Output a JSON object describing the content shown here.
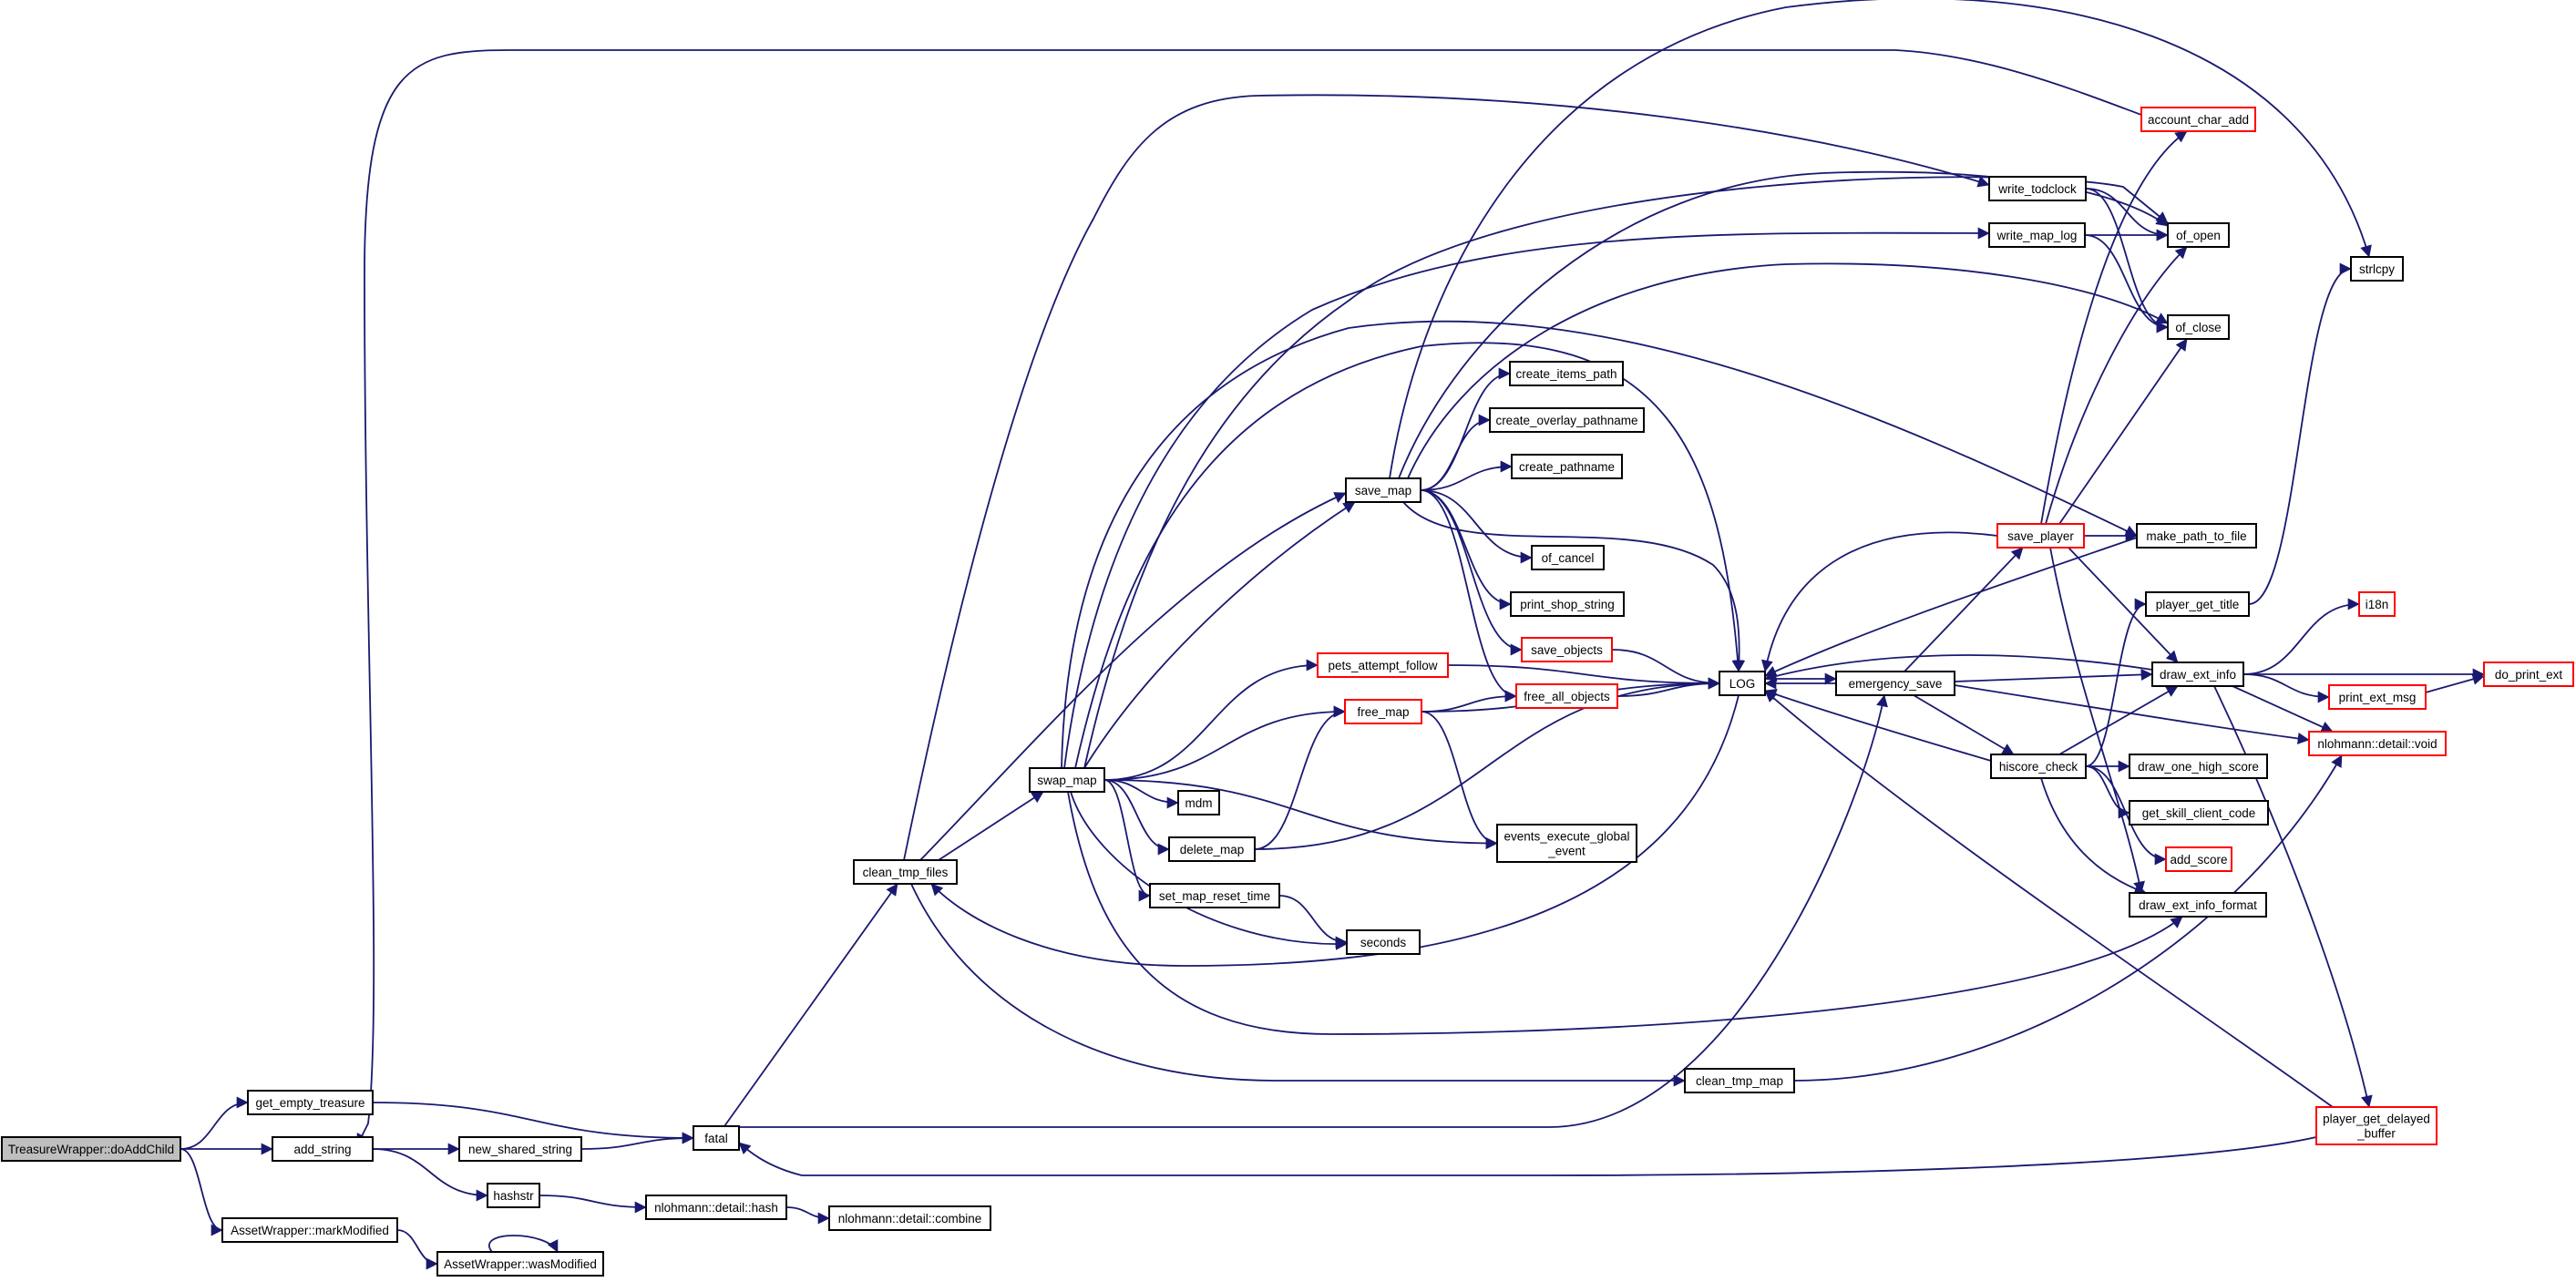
{
  "diagram": {
    "type": "doxygen-call-graph",
    "colors": {
      "edge": "#191970",
      "root_fill": "#bfbfbf",
      "node_border": "#000000",
      "truncated_border": "#ff0000",
      "background": "#ffffff"
    },
    "nodes": [
      {
        "id": "doAddChild",
        "lines": [
          "TreasureWrapper::doAddChild"
        ],
        "root": true
      },
      {
        "id": "get_empty_treasure",
        "lines": [
          "get_empty_treasure"
        ]
      },
      {
        "id": "add_string",
        "lines": [
          "add_string"
        ]
      },
      {
        "id": "new_shared_string",
        "lines": [
          "new_shared_string"
        ]
      },
      {
        "id": "hashstr",
        "lines": [
          "hashstr"
        ]
      },
      {
        "id": "markModified",
        "lines": [
          "AssetWrapper::markModified"
        ]
      },
      {
        "id": "wasModified",
        "lines": [
          "AssetWrapper::wasModified"
        ]
      },
      {
        "id": "fatal",
        "lines": [
          "fatal"
        ]
      },
      {
        "id": "nl_hash",
        "lines": [
          "nlohmann::detail::hash"
        ]
      },
      {
        "id": "nl_combine",
        "lines": [
          "nlohmann::detail::combine"
        ]
      },
      {
        "id": "clean_tmp_files",
        "lines": [
          "clean_tmp_files"
        ]
      },
      {
        "id": "clean_tmp_map",
        "lines": [
          "clean_tmp_map"
        ]
      },
      {
        "id": "swap_map",
        "lines": [
          "swap_map"
        ]
      },
      {
        "id": "save_map",
        "lines": [
          "save_map"
        ]
      },
      {
        "id": "pets_attempt_follow",
        "lines": [
          "pets_attempt_follow"
        ],
        "truncated": true
      },
      {
        "id": "free_map",
        "lines": [
          "free_map"
        ],
        "truncated": true
      },
      {
        "id": "mdm",
        "lines": [
          "mdm"
        ]
      },
      {
        "id": "delete_map",
        "lines": [
          "delete_map"
        ]
      },
      {
        "id": "set_map_reset_time",
        "lines": [
          "set_map_reset_time"
        ]
      },
      {
        "id": "seconds",
        "lines": [
          "seconds"
        ]
      },
      {
        "id": "events_execute",
        "lines": [
          "events_execute_global",
          "_event"
        ]
      },
      {
        "id": "create_items_path",
        "lines": [
          "create_items_path"
        ]
      },
      {
        "id": "create_overlay_pathname",
        "lines": [
          "create_overlay_pathname"
        ]
      },
      {
        "id": "create_pathname",
        "lines": [
          "create_pathname"
        ]
      },
      {
        "id": "of_cancel",
        "lines": [
          "of_cancel"
        ]
      },
      {
        "id": "print_shop_string",
        "lines": [
          "print_shop_string"
        ]
      },
      {
        "id": "save_objects",
        "lines": [
          "save_objects"
        ],
        "truncated": true
      },
      {
        "id": "free_all_objects",
        "lines": [
          "free_all_objects"
        ],
        "truncated": true
      },
      {
        "id": "LOG",
        "lines": [
          "LOG"
        ]
      },
      {
        "id": "emergency_save",
        "lines": [
          "emergency_save"
        ]
      },
      {
        "id": "write_todclock",
        "lines": [
          "write_todclock"
        ]
      },
      {
        "id": "write_map_log",
        "lines": [
          "write_map_log"
        ]
      },
      {
        "id": "account_char_add",
        "lines": [
          "account_char_add"
        ],
        "truncated": true
      },
      {
        "id": "of_open",
        "lines": [
          "of_open"
        ]
      },
      {
        "id": "of_close",
        "lines": [
          "of_close"
        ]
      },
      {
        "id": "save_player",
        "lines": [
          "save_player"
        ],
        "truncated": true
      },
      {
        "id": "make_path_to_file",
        "lines": [
          "make_path_to_file"
        ]
      },
      {
        "id": "hiscore_check",
        "lines": [
          "hiscore_check"
        ]
      },
      {
        "id": "player_get_title",
        "lines": [
          "player_get_title"
        ]
      },
      {
        "id": "draw_ext_info",
        "lines": [
          "draw_ext_info"
        ]
      },
      {
        "id": "draw_one_high_score",
        "lines": [
          "draw_one_high_score"
        ]
      },
      {
        "id": "get_skill_client_code",
        "lines": [
          "get_skill_client_code"
        ]
      },
      {
        "id": "add_score",
        "lines": [
          "add_score"
        ],
        "truncated": true
      },
      {
        "id": "draw_ext_info_format",
        "lines": [
          "draw_ext_info_format"
        ]
      },
      {
        "id": "player_get_delayed_buffer",
        "lines": [
          "player_get_delayed",
          "_buffer"
        ],
        "truncated": true
      },
      {
        "id": "strlcpy",
        "lines": [
          "strlcpy"
        ]
      },
      {
        "id": "i18n",
        "lines": [
          "i18n"
        ],
        "truncated": true
      },
      {
        "id": "print_ext_msg",
        "lines": [
          "print_ext_msg"
        ],
        "truncated": true
      },
      {
        "id": "do_print_ext",
        "lines": [
          "do_print_ext"
        ],
        "truncated": true
      },
      {
        "id": "nl_void",
        "lines": [
          "nlohmann::detail::void"
        ],
        "truncated": true
      }
    ],
    "edges": [
      [
        "doAddChild",
        "get_empty_treasure"
      ],
      [
        "doAddChild",
        "add_string"
      ],
      [
        "doAddChild",
        "markModified"
      ],
      [
        "get_empty_treasure",
        "fatal"
      ],
      [
        "add_string",
        "new_shared_string"
      ],
      [
        "add_string",
        "hashstr"
      ],
      [
        "new_shared_string",
        "fatal"
      ],
      [
        "hashstr",
        "nl_hash"
      ],
      [
        "nl_hash",
        "nl_combine"
      ],
      [
        "markModified",
        "wasModified"
      ],
      [
        "wasModified",
        "wasModified"
      ],
      [
        "fatal",
        "clean_tmp_files"
      ],
      [
        "fatal",
        "emergency_save"
      ],
      [
        "clean_tmp_files",
        "swap_map"
      ],
      [
        "clean_tmp_files",
        "save_map"
      ],
      [
        "clean_tmp_files",
        "write_todclock"
      ],
      [
        "clean_tmp_files",
        "clean_tmp_map"
      ],
      [
        "swap_map",
        "save_map"
      ],
      [
        "swap_map",
        "pets_attempt_follow"
      ],
      [
        "swap_map",
        "free_map"
      ],
      [
        "swap_map",
        "mdm"
      ],
      [
        "swap_map",
        "delete_map"
      ],
      [
        "swap_map",
        "set_map_reset_time"
      ],
      [
        "swap_map",
        "seconds"
      ],
      [
        "swap_map",
        "events_execute"
      ],
      [
        "swap_map",
        "LOG"
      ],
      [
        "swap_map",
        "write_map_log"
      ],
      [
        "swap_map",
        "make_path_to_file"
      ],
      [
        "swap_map",
        "of_open"
      ],
      [
        "swap_map",
        "draw_ext_info_format"
      ],
      [
        "save_map",
        "create_items_path"
      ],
      [
        "save_map",
        "create_overlay_pathname"
      ],
      [
        "save_map",
        "create_pathname"
      ],
      [
        "save_map",
        "of_cancel"
      ],
      [
        "save_map",
        "print_shop_string"
      ],
      [
        "save_map",
        "save_objects"
      ],
      [
        "save_map",
        "free_all_objects"
      ],
      [
        "save_map",
        "LOG"
      ],
      [
        "save_map",
        "of_close"
      ],
      [
        "save_map",
        "strlcpy"
      ],
      [
        "save_map",
        "of_open"
      ],
      [
        "pets_attempt_follow",
        "LOG"
      ],
      [
        "free_map",
        "free_all_objects"
      ],
      [
        "free_map",
        "LOG"
      ],
      [
        "free_map",
        "events_execute"
      ],
      [
        "delete_map",
        "free_map"
      ],
      [
        "delete_map",
        "LOG"
      ],
      [
        "set_map_reset_time",
        "seconds"
      ],
      [
        "save_objects",
        "LOG"
      ],
      [
        "free_all_objects",
        "LOG"
      ],
      [
        "LOG",
        "clean_tmp_files"
      ],
      [
        "LOG",
        "emergency_save"
      ],
      [
        "emergency_save",
        "LOG"
      ],
      [
        "emergency_save",
        "save_player"
      ],
      [
        "emergency_save",
        "hiscore_check"
      ],
      [
        "emergency_save",
        "draw_ext_info"
      ],
      [
        "emergency_save",
        "nl_void"
      ],
      [
        "write_todclock",
        "of_open"
      ],
      [
        "write_todclock",
        "of_close"
      ],
      [
        "write_map_log",
        "of_open"
      ],
      [
        "write_map_log",
        "of_close"
      ],
      [
        "account_char_add",
        "add_string"
      ],
      [
        "save_player",
        "LOG"
      ],
      [
        "save_player",
        "account_char_add"
      ],
      [
        "save_player",
        "of_open"
      ],
      [
        "save_player",
        "of_close"
      ],
      [
        "save_player",
        "make_path_to_file"
      ],
      [
        "save_player",
        "draw_ext_info"
      ],
      [
        "save_player",
        "draw_ext_info_format"
      ],
      [
        "make_path_to_file",
        "LOG"
      ],
      [
        "hiscore_check",
        "LOG"
      ],
      [
        "hiscore_check",
        "player_get_title"
      ],
      [
        "hiscore_check",
        "draw_ext_info"
      ],
      [
        "hiscore_check",
        "draw_one_high_score"
      ],
      [
        "hiscore_check",
        "get_skill_client_code"
      ],
      [
        "hiscore_check",
        "add_score"
      ],
      [
        "hiscore_check",
        "draw_ext_info_format"
      ],
      [
        "player_get_title",
        "strlcpy"
      ],
      [
        "draw_ext_info",
        "LOG"
      ],
      [
        "draw_ext_info",
        "i18n"
      ],
      [
        "draw_ext_info",
        "print_ext_msg"
      ],
      [
        "draw_ext_info",
        "do_print_ext"
      ],
      [
        "draw_ext_info",
        "nl_void"
      ],
      [
        "draw_ext_info",
        "player_get_delayed_buffer"
      ],
      [
        "print_ext_msg",
        "do_print_ext"
      ],
      [
        "player_get_delayed_buffer",
        "LOG"
      ],
      [
        "player_get_delayed_buffer",
        "fatal"
      ],
      [
        "clean_tmp_map",
        "nl_void"
      ]
    ]
  }
}
